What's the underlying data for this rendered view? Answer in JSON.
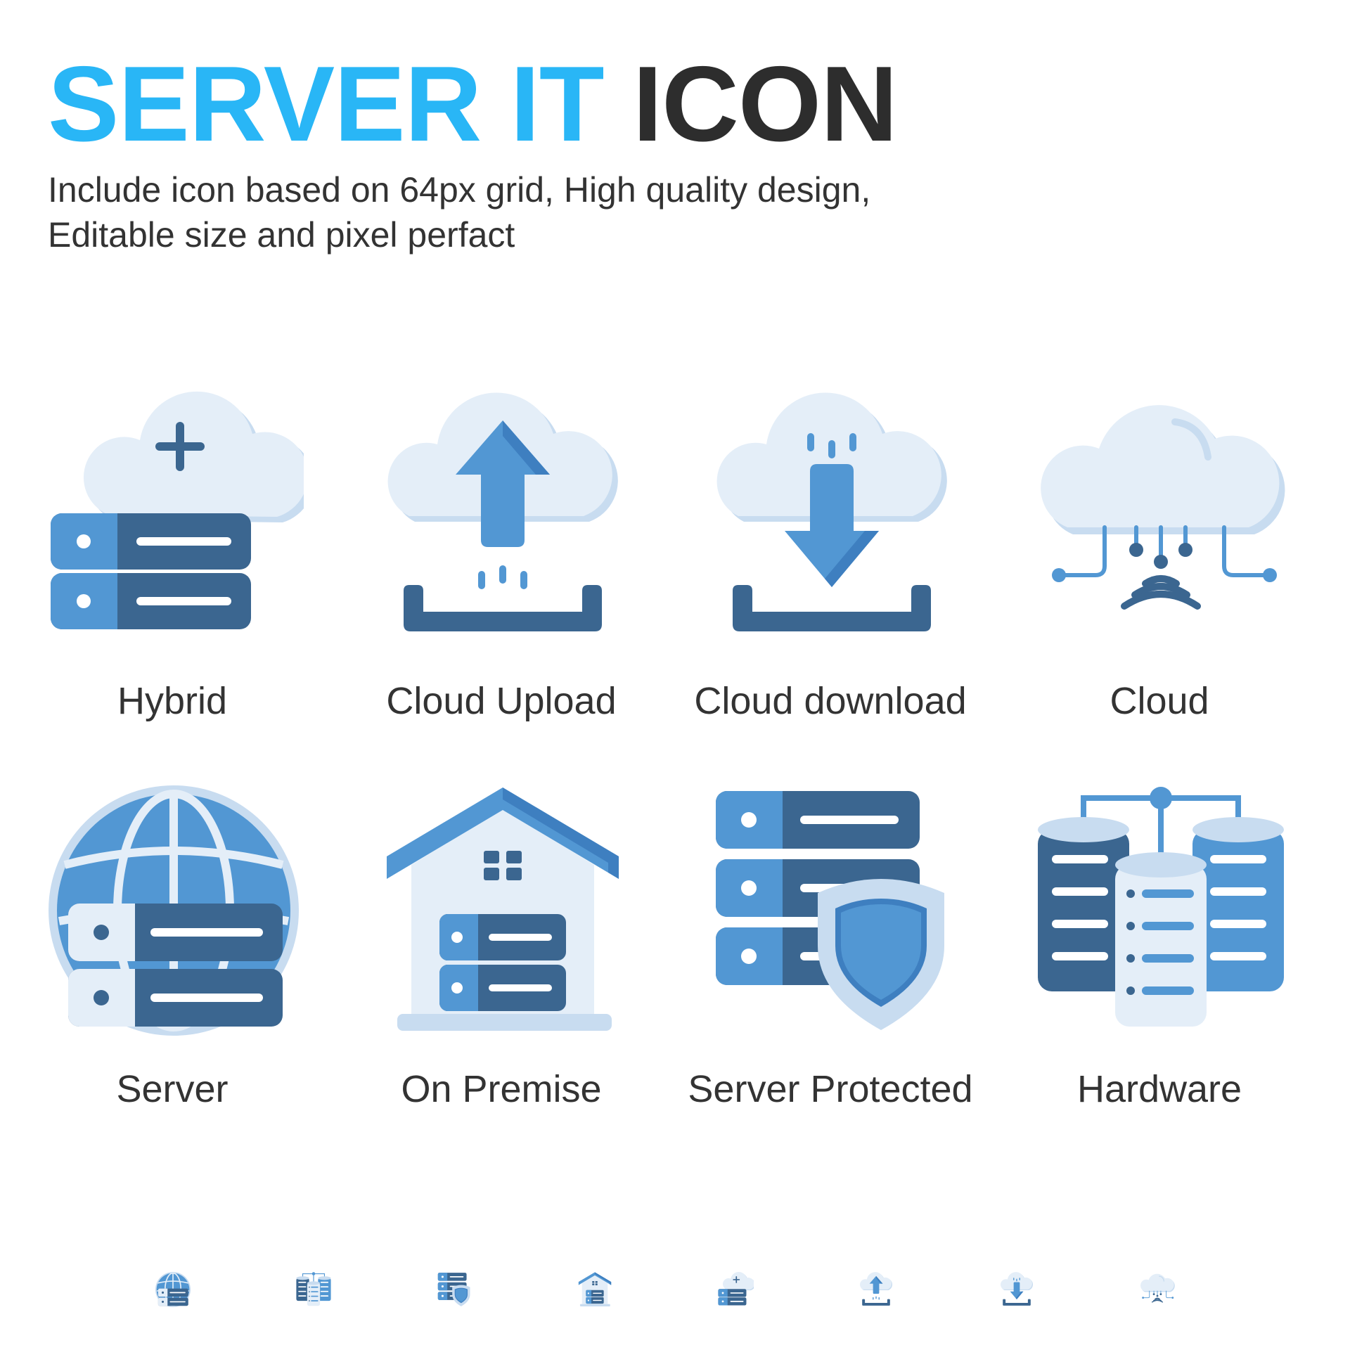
{
  "header": {
    "title_accent": "SERVER IT",
    "title_main": "ICON",
    "subtitle_line1": "Include icon based on 64px grid, High quality design,",
    "subtitle_line2": "Editable size and pixel perfact"
  },
  "icons": [
    {
      "label": "Hybrid",
      "icon": "hybrid-cloud-server-icon"
    },
    {
      "label": "Cloud Upload",
      "icon": "cloud-upload-icon"
    },
    {
      "label": "Cloud download",
      "icon": "cloud-download-icon"
    },
    {
      "label": "Cloud",
      "icon": "cloud-network-icon"
    },
    {
      "label": "Server",
      "icon": "globe-server-icon"
    },
    {
      "label": "On Premise",
      "icon": "house-server-icon"
    },
    {
      "label": "Server Protected",
      "icon": "server-shield-icon"
    },
    {
      "label": "Hardware",
      "icon": "database-hardware-icon"
    }
  ],
  "preview_strip": [
    "globe-server-icon",
    "database-hardware-icon",
    "server-shield-icon",
    "house-server-icon",
    "hybrid-cloud-server-icon",
    "cloud-upload-icon",
    "cloud-download-icon",
    "cloud-network-icon"
  ],
  "colors": {
    "accent": "#29b6f6",
    "dark_title": "#2d2d2d",
    "blue": "#5297d3",
    "navy": "#3b6690",
    "light_cloud": "#e4eef8",
    "cloud_shade": "#c8dcf0"
  }
}
